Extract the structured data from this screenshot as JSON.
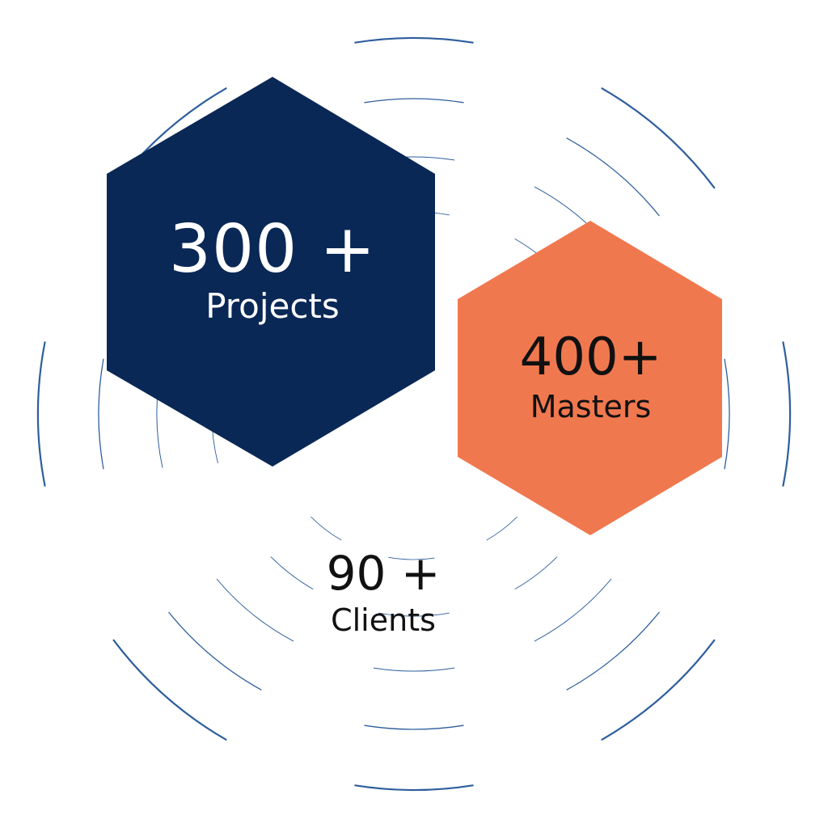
{
  "colors": {
    "navy": "#0a2856",
    "orange": "#f0784f",
    "ring": "#2e5e9c",
    "background": "#ffffff"
  },
  "stats": {
    "projects": {
      "value": "300 +",
      "label": "Projects"
    },
    "masters": {
      "value": "400+",
      "label": "Masters"
    },
    "clients": {
      "value": "90 +",
      "label": "Clients"
    }
  }
}
